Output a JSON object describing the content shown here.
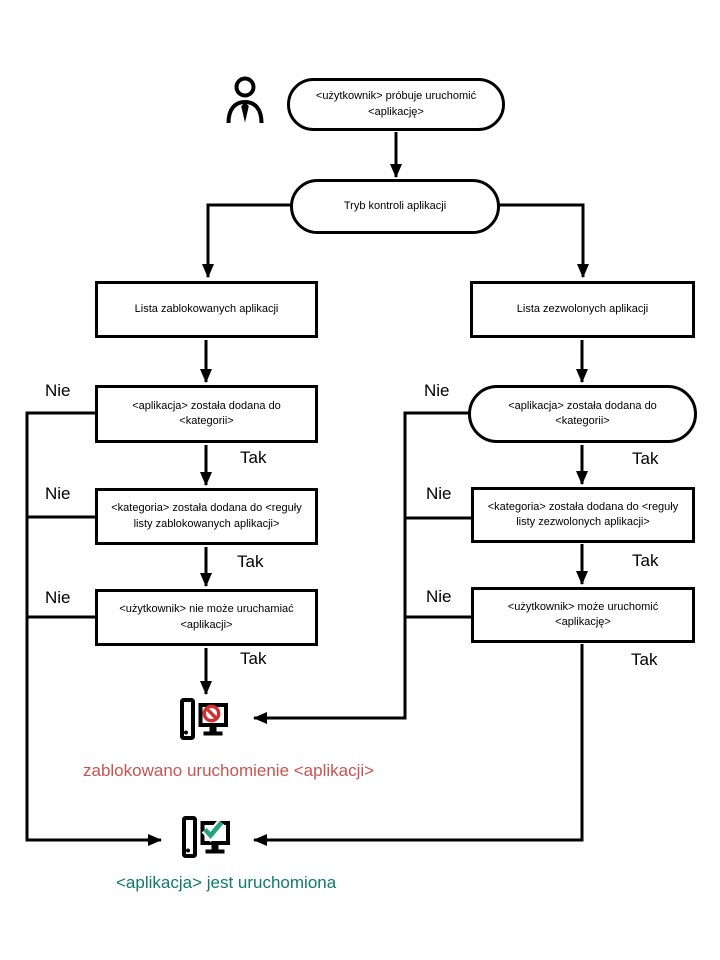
{
  "diagram": {
    "nodes": {
      "start": "<użytkownik> próbuje uruchomić <aplikację>",
      "mode": "Tryb kontroli aplikacji",
      "blocked_list": "Lista zablokowanych aplikacji",
      "allowed_list": "Lista zezwolonych aplikacji",
      "bl_app_in_category": "<aplikacja> została dodana do <kategorii>",
      "bl_category_in_rule": "<kategoria> została dodana do <reguły listy zablokowanych aplikacji>",
      "bl_user_cannot_run": "<użytkownik> nie może uruchamiać <aplikacji>",
      "al_app_in_category": "<aplikacja> została dodana do <kategorii>",
      "al_category_in_rule": "<kategoria> została dodana do <reguły listy zezwolonych aplikacji>",
      "al_user_can_run": "<użytkownik> może uruchomić <aplikację>"
    },
    "labels": {
      "yes": "Tak",
      "no": "Nie"
    },
    "results": {
      "blocked": "zablokowano uruchomienie  <aplikacji>",
      "running": "<aplikacja> jest uruchomiona"
    },
    "icons": [
      "user-icon",
      "computer-blocked-icon",
      "computer-running-icon"
    ],
    "colors": {
      "line": "#000000",
      "blocked_text": "#c75450",
      "running_text": "#0f7a6c",
      "prohibit_sign": "#d32f2f",
      "check_mark": "#23a47e"
    }
  }
}
